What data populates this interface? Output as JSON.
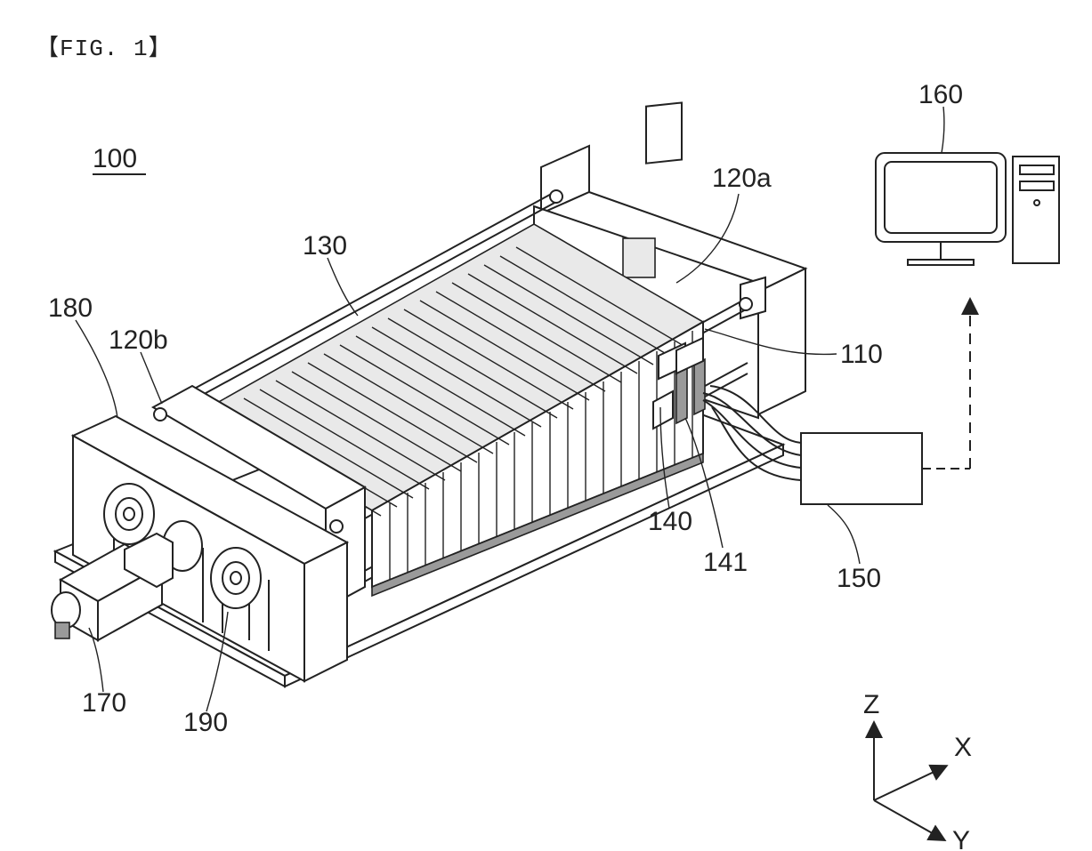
{
  "figure": {
    "title": "【FIG. 1】",
    "labels": {
      "l100": "100",
      "l110": "110",
      "l120a": "120a",
      "l120b": "120b",
      "l130": "130",
      "l140": "140",
      "l141": "141",
      "l150": "150",
      "l160": "160",
      "l170": "170",
      "l180": "180",
      "l190": "190"
    },
    "axes": {
      "z": "Z",
      "x": "X",
      "y": "Y"
    }
  }
}
